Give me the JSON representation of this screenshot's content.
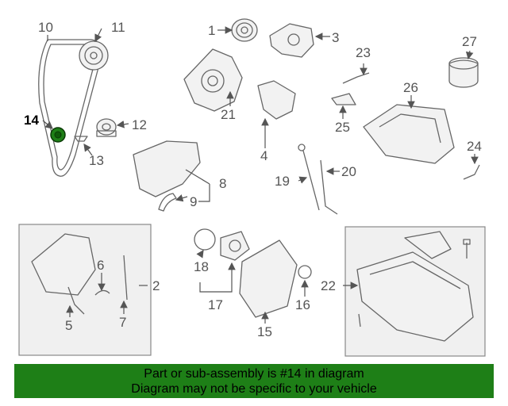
{
  "callouts": {
    "c1": "1",
    "c2": "2",
    "c3": "3",
    "c4": "4",
    "c5": "5",
    "c6": "6",
    "c7": "7",
    "c8": "8",
    "c9": "9",
    "c10": "10",
    "c11": "11",
    "c12": "12",
    "c13": "13",
    "c14": "14",
    "c15": "15",
    "c16": "16",
    "c17": "17",
    "c18": "18",
    "c19": "19",
    "c20": "20",
    "c21": "21",
    "c22": "22",
    "c23": "23",
    "c24": "24",
    "c25": "25",
    "c26": "26",
    "c27": "27"
  },
  "highlight": {
    "part_number": "14",
    "color": "#1e7f17"
  },
  "banner": {
    "line1": "Part or sub-assembly is #14 in diagram",
    "line2": "Diagram may not be specific to your vehicle",
    "color": "#1e7f17"
  }
}
